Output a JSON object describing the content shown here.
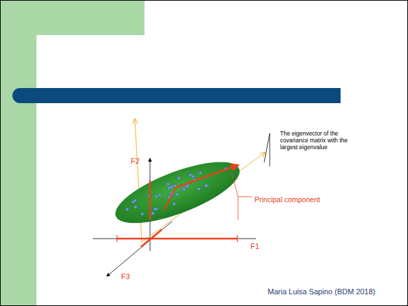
{
  "diagram": {
    "labels": [
      "F2",
      "F1",
      "F3",
      "The eigenvector of the covariance matrix with the largest eigenvalue",
      "Principal component",
      "Maria Luisa Sapino (BDM 2018)"
    ]
  }
}
